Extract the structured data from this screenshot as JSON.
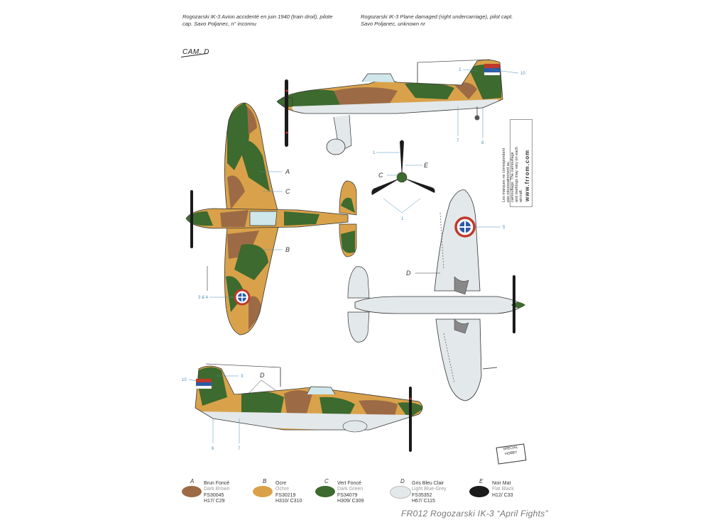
{
  "captions": {
    "fr": "Rogozarski IK-3  Avion accidenté en juin 1940 (train droit), pilote cap. Savo Poljanec, n° inconnu",
    "en": "Rogozarski IK-3   Plane damaged (right undercarriage), pilot capt. Savo Poljanec, unknown nr"
  },
  "camo_tag": "CAM. D",
  "letters": {
    "a": "A",
    "b": "B",
    "c": "C",
    "d": "D",
    "e": "E"
  },
  "callouts": {
    "n1": "1",
    "n2": "2",
    "n3": "3",
    "n4": "4",
    "n5": "5",
    "n6": "6",
    "n7": "7",
    "n8": "8",
    "n10": "10",
    "n34": "3 & 4"
  },
  "side_text": "Les marques ne correspondent pas nécessairement au camouflage. The camouflage and markings may vary on each aircraft.",
  "website": "www.frrom.com",
  "logo_text": "SPECIAL HOBBY",
  "colors": [
    {
      "letter": "A",
      "fr": "Brun Foncé",
      "en": "Dark Brown",
      "fs": "FS30045",
      "h": "H17/ C29",
      "hex": "#9c6b45"
    },
    {
      "letter": "B",
      "fr": "Ocre",
      "en": "Ochre",
      "fs": "FS30219",
      "h": "H310/ C310",
      "hex": "#d9a24a"
    },
    {
      "letter": "C",
      "fr": "Vert Foncé",
      "en": "Dark Green",
      "fs": "FS34079",
      "h": "H309/ C309",
      "hex": "#3d6a2e"
    },
    {
      "letter": "D",
      "fr": "Gris Bleu Clair",
      "en": "Light Blue-Grey",
      "fs": "FS35352",
      "h": "H67/ C115",
      "hex": "#e3e8eb"
    },
    {
      "letter": "E",
      "fr": "Noir Mat",
      "en": "Flat Black",
      "fs": "",
      "h": "H12/ C33",
      "hex": "#1b1b1b"
    }
  ],
  "footer": "FR012 Rogozarski IK-3 “April Fights”"
}
